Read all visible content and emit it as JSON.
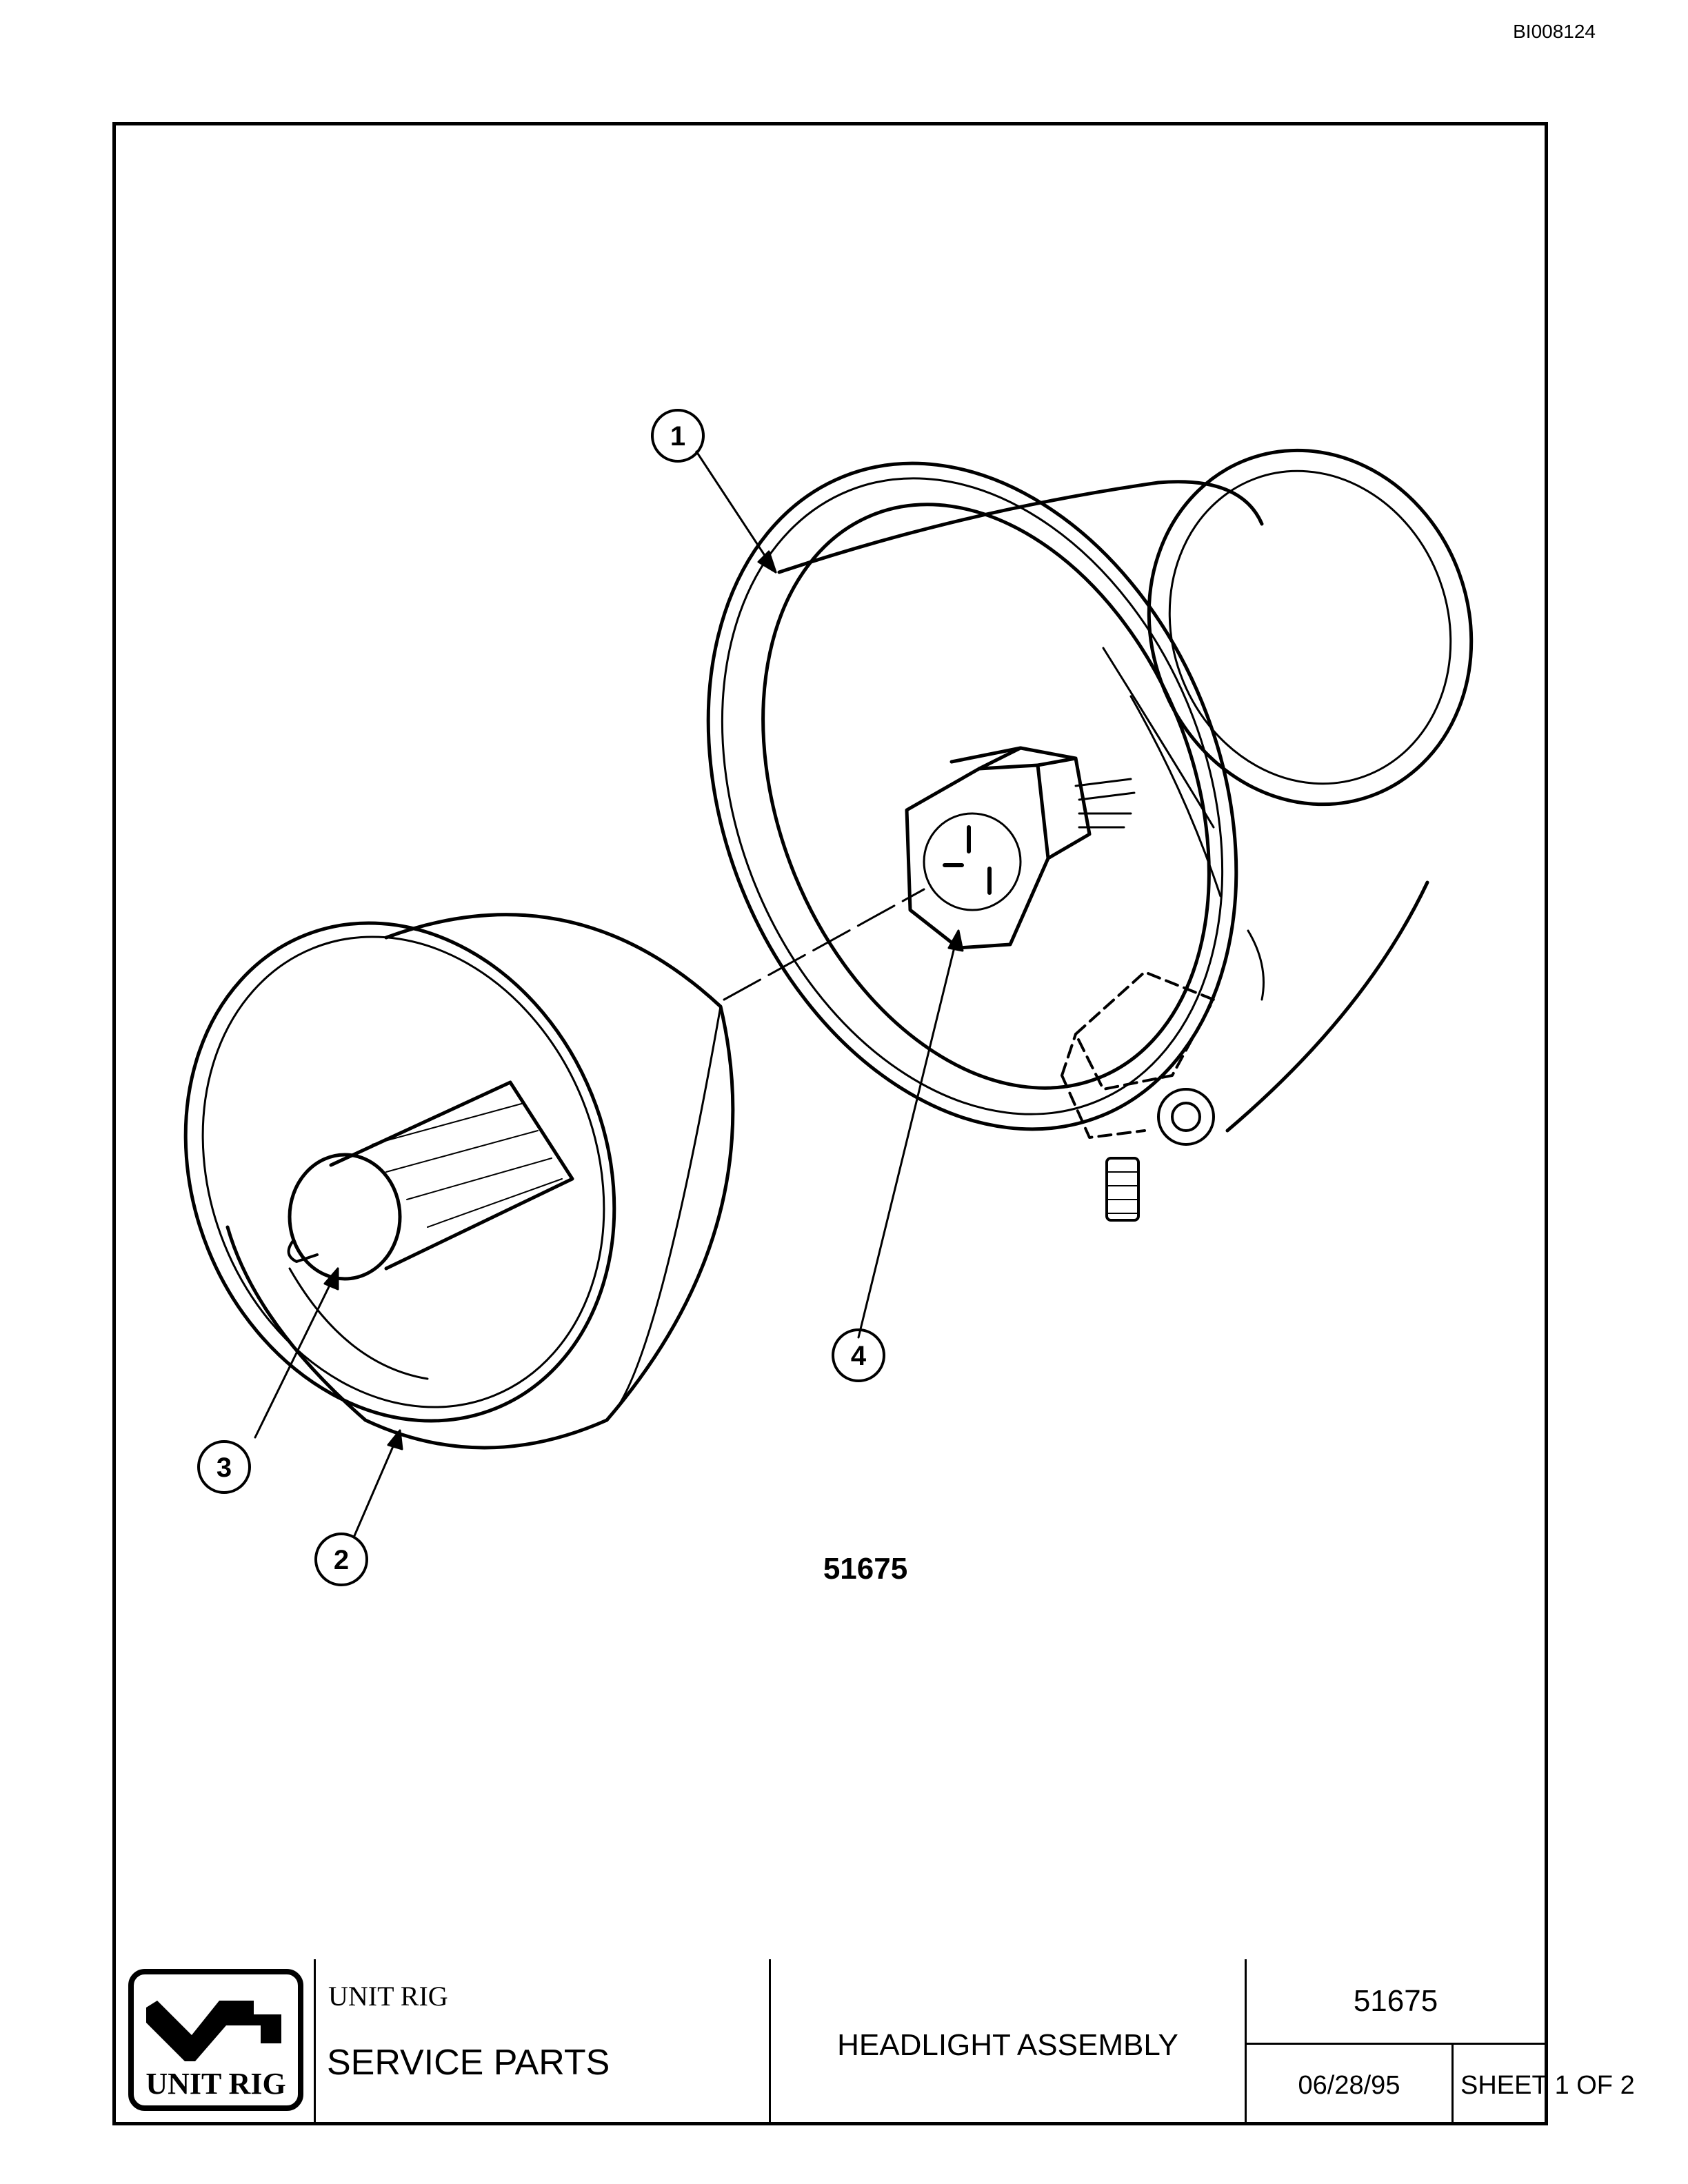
{
  "document_id": "BI008124",
  "figure_number": "51675",
  "callouts": [
    "1",
    "2",
    "3",
    "4"
  ],
  "title_block": {
    "logo_text": "UNIT RIG",
    "company": "UNIT RIG",
    "department": "SERVICE PARTS",
    "title": "HEADLIGHT ASSEMBLY",
    "part_number": "51675",
    "date": "06/28/95",
    "sheet": "SHEET 1 OF 2"
  }
}
